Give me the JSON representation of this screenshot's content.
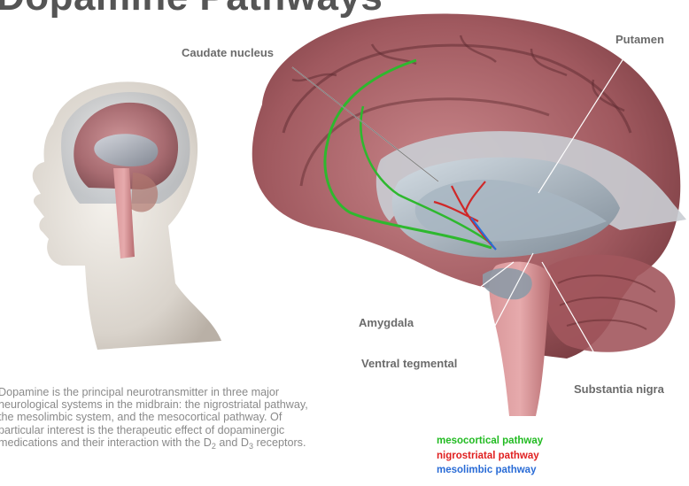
{
  "title": "Dopamine Pathways",
  "labels": {
    "caudate": "Caudate nucleus",
    "putamen": "Putamen",
    "amygdala": "Amygdala",
    "ventral": "Ventral tegmental",
    "substantia": "Substantia nigra"
  },
  "description": {
    "line1": "Dopamine is the principal neurotransmitter in three major",
    "line2": "neurological systems in the midbrain: the nigrostriatal pathway,",
    "line3": "the mesolimbic system, and the mesocortical pathway. Of",
    "line4": "particular interest is the therapeutic effect of dopaminergic",
    "line5_pre": "medications and their interaction with the D",
    "sub1": "2",
    "line5_mid": " and D",
    "sub2": "3",
    "line5_post": " receptors."
  },
  "legend": [
    {
      "label": "mesocortical pathway",
      "color": "#22bb22"
    },
    {
      "label": "nigrostriatal pathway",
      "color": "#e02020"
    },
    {
      "label": "mesolimbic pathway",
      "color": "#2a6cd6"
    }
  ]
}
